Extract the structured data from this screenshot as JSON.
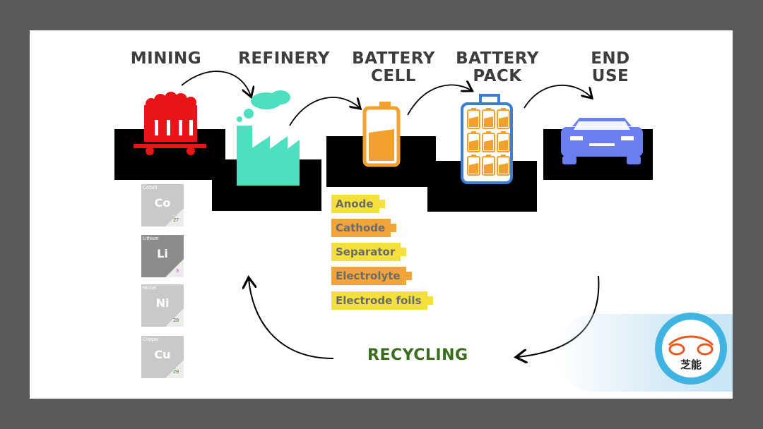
{
  "stages": [
    {
      "id": "mining",
      "title": "MINING"
    },
    {
      "id": "refinery",
      "title": "REFINERY"
    },
    {
      "id": "battery-cell",
      "title": "BATTERY\nCELL"
    },
    {
      "id": "battery-pack",
      "title": "BATTERY\nPACK"
    },
    {
      "id": "end-use",
      "title": "END\nUSE"
    }
  ],
  "elements": [
    {
      "name": "Cobalt",
      "symbol": "Co",
      "number": "27",
      "number_color": "#3a7d1e",
      "style": "light"
    },
    {
      "name": "Lithium",
      "symbol": "Li",
      "number": "3",
      "number_color": "#c040c0",
      "style": "dark"
    },
    {
      "name": "Nickel",
      "symbol": "Ni",
      "number": "28",
      "number_color": "#3a7d1e",
      "style": "light"
    },
    {
      "name": "Copper",
      "symbol": "Cu",
      "number": "29",
      "number_color": "#3a7d1e",
      "style": "light"
    }
  ],
  "cell_components": [
    {
      "label": "Anode",
      "color": "#f3e03a"
    },
    {
      "label": "Cathode",
      "color": "#f0a43a"
    },
    {
      "label": "Separator",
      "color": "#f3e03a"
    },
    {
      "label": "Electrolyte",
      "color": "#f0a43a"
    },
    {
      "label": "Electrode foils",
      "color": "#f3e03a"
    }
  ],
  "recycling_label": "RECYCLING",
  "logo": {
    "text": "芝能"
  },
  "colors": {
    "mining_icon": "#e8141a",
    "refinery_icon": "#4de0bf",
    "battery_cell_icon": "#f2a12e",
    "battery_pack_outline": "#3a7fd5",
    "car_icon": "#6b7ff0",
    "recycling_text": "#3a6e1c",
    "logo_ring": "#3fb4e0",
    "logo_mark": "#e85a1c"
  }
}
